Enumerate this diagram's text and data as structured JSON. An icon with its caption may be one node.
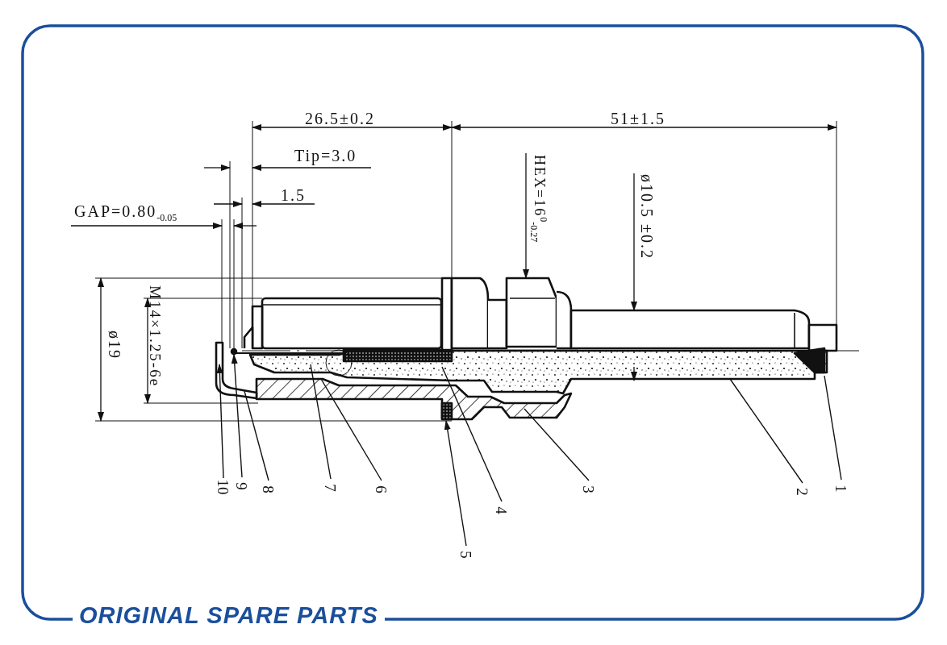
{
  "diagram": {
    "nodes": [
      {
        "text": [
          "10"
        ]
      },
      {
        "text": [
          "9"
        ]
      },
      {
        "text": [
          "8"
        ]
      },
      {
        "text": [
          "7"
        ]
      },
      {
        "text": [
          "6"
        ]
      },
      {
        "text": [
          "5"
        ]
      },
      {
        "text": [
          "4"
        ]
      },
      {
        "text": [
          "3"
        ]
      },
      {
        "text": [
          "2"
        ]
      },
      {
        "text": [
          "1"
        ]
      }
    ],
    "edges": [
      {
        "from": 0,
        "to": null,
        "arrow": "to"
      },
      {
        "from": 1,
        "to": null,
        "arrow": "to"
      },
      {
        "from": 2,
        "to": null,
        "arrow": "none"
      },
      {
        "from": 3,
        "to": null,
        "arrow": "none"
      },
      {
        "from": 4,
        "to": null,
        "arrow": "none"
      },
      {
        "from": 5,
        "to": null,
        "arrow": "to"
      },
      {
        "from": 6,
        "to": null,
        "arrow": "none"
      },
      {
        "from": 7,
        "to": null,
        "arrow": "none"
      },
      {
        "from": 8,
        "to": null,
        "arrow": "none"
      },
      {
        "from": 9,
        "to": null,
        "arrow": "none"
      }
    ],
    "labels": [
      "26.5±0.2",
      "51±1.5",
      "Tip=3.0",
      "HEX=16$^{0}$$_{-0.27}$",
      "ø10.5 ±0.2",
      "1.5",
      "GAP=0.80$_{-0.05}$",
      "M14×1.25-6e",
      "ø19",
      "ORIGINAL SPARE PARTS"
    ]
  }
}
